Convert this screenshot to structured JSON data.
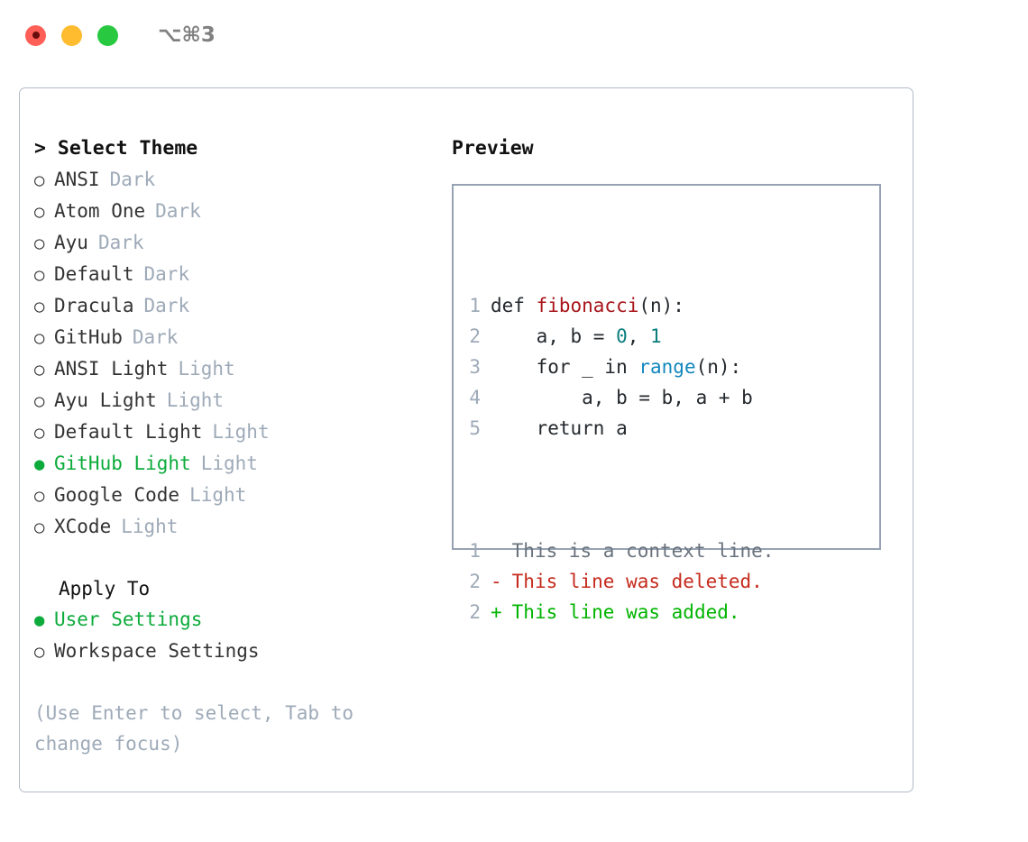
{
  "titlebar": {
    "lights": [
      {
        "name": "close",
        "color": "#ff5f57"
      },
      {
        "name": "minimize",
        "color": "#febc2e"
      },
      {
        "name": "zoom",
        "color": "#28c840"
      }
    ],
    "shortcut": "⌥⌘3"
  },
  "theme_picker": {
    "header_prompt": "> ",
    "header": "Select Theme",
    "bullet_unselected": "○",
    "bullet_selected": "●",
    "options": [
      {
        "label": "ANSI",
        "tag": "Dark",
        "selected": false
      },
      {
        "label": "Atom One",
        "tag": "Dark",
        "selected": false
      },
      {
        "label": "Ayu",
        "tag": "Dark",
        "selected": false
      },
      {
        "label": "Default",
        "tag": "Dark",
        "selected": false
      },
      {
        "label": "Dracula",
        "tag": "Dark",
        "selected": false
      },
      {
        "label": "GitHub",
        "tag": "Dark",
        "selected": false
      },
      {
        "label": "ANSI Light",
        "tag": "Light",
        "selected": false
      },
      {
        "label": "Ayu Light",
        "tag": "Light",
        "selected": false
      },
      {
        "label": "Default Light",
        "tag": "Light",
        "selected": false
      },
      {
        "label": "GitHub Light",
        "tag": "Light",
        "selected": true
      },
      {
        "label": "Google Code",
        "tag": "Light",
        "selected": false
      },
      {
        "label": "XCode",
        "tag": "Light",
        "selected": false
      }
    ]
  },
  "apply_to": {
    "header": "Apply To",
    "options": [
      {
        "label": "User Settings",
        "selected": true
      },
      {
        "label": "Workspace Settings",
        "selected": false
      }
    ]
  },
  "hint": "(Use Enter to select, Tab to change focus)",
  "preview": {
    "header": "Preview",
    "code_lines": [
      {
        "number": "1",
        "tokens": [
          {
            "text": "def ",
            "kind": "plain"
          },
          {
            "text": "fibonacci",
            "kind": "fn"
          },
          {
            "text": "(n):",
            "kind": "plain"
          }
        ]
      },
      {
        "number": "2",
        "tokens": [
          {
            "text": "    a, b = ",
            "kind": "plain"
          },
          {
            "text": "0",
            "kind": "num"
          },
          {
            "text": ", ",
            "kind": "plain"
          },
          {
            "text": "1",
            "kind": "num"
          }
        ]
      },
      {
        "number": "3",
        "tokens": [
          {
            "text": "    for _ in ",
            "kind": "plain"
          },
          {
            "text": "range",
            "kind": "call"
          },
          {
            "text": "(n):",
            "kind": "plain"
          }
        ]
      },
      {
        "number": "4",
        "tokens": [
          {
            "text": "        a, b = b, a + b",
            "kind": "plain"
          }
        ]
      },
      {
        "number": "5",
        "tokens": [
          {
            "text": "    return a",
            "kind": "plain"
          }
        ]
      }
    ],
    "diff_lines": [
      {
        "number": "1",
        "marker": " ",
        "text": "This is a context line.",
        "kind": "ctx"
      },
      {
        "number": "2",
        "marker": "-",
        "text": "This line was deleted.",
        "kind": "del"
      },
      {
        "number": "2",
        "marker": "+",
        "text": "This line was added.",
        "kind": "add"
      }
    ]
  },
  "colors": {
    "accent_green": "#0cab3b",
    "muted": "#9eaab8",
    "border": "#b2bcc9",
    "preview_border": "#96a2b3",
    "code_fn_red": "#a8151a",
    "code_num_teal": "#0a7d7d",
    "code_call_blue": "#1287bd",
    "diff_add": "#00b400",
    "diff_del": "#c62a1d",
    "diff_ctx": "#6a737d"
  }
}
